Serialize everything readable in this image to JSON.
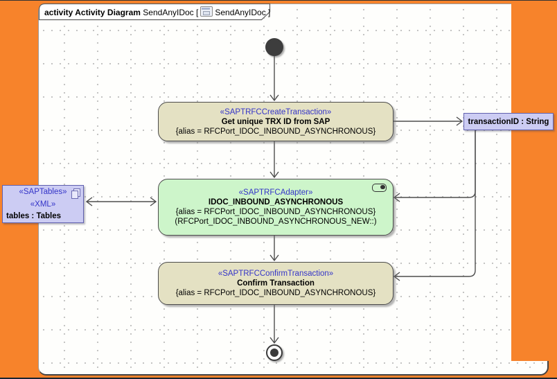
{
  "header": {
    "keyword": "activity Activity Diagram",
    "name_open": "SendAnyIDoc [",
    "name_close": "SendAnyIDoc ]"
  },
  "nodes": {
    "create": {
      "stereotype": "«SAPTRFCCreateTransaction»",
      "title": "Get unique TRX ID from SAP",
      "alias": "{alias = RFCPort_IDOC_INBOUND_ASYNCHRONOUS}"
    },
    "adapter": {
      "stereotype": "«SAPTRFCAdapter»",
      "title": "IDOC_INBOUND_ASYNCHRONOUS",
      "alias": "{alias = RFCPort_IDOC_INBOUND_ASYNCHRONOUS}",
      "behavior": "(RFCPort_IDOC_INBOUND_ASYNCHRONOUS_NEW::)"
    },
    "confirm": {
      "stereotype": "«SAPTRFCConfirmTransaction»",
      "title": "Confirm Transaction",
      "alias": "{alias = RFCPort_IDOC_INBOUND_ASYNCHRONOUS}"
    }
  },
  "pins": {
    "transaction_id": {
      "label": "transactionID : String"
    },
    "tables": {
      "stereotype_sap": "«SAPTables»",
      "stereotype_xml": "«XML»",
      "label": "tables : Tables"
    }
  },
  "colors": {
    "orange": "#f7832b",
    "canvas": "#fefefc",
    "grid-dot": "#bdbdbd",
    "tan-fill": "#e4e1c3",
    "green-fill": "#cdf5ca",
    "lavender-fill": "#ccccf3",
    "lavender-border": "#6060ae",
    "node-border": "#4b4b4b",
    "edge": "#4d4d4d",
    "stereotype-blue": "#3434c8"
  }
}
